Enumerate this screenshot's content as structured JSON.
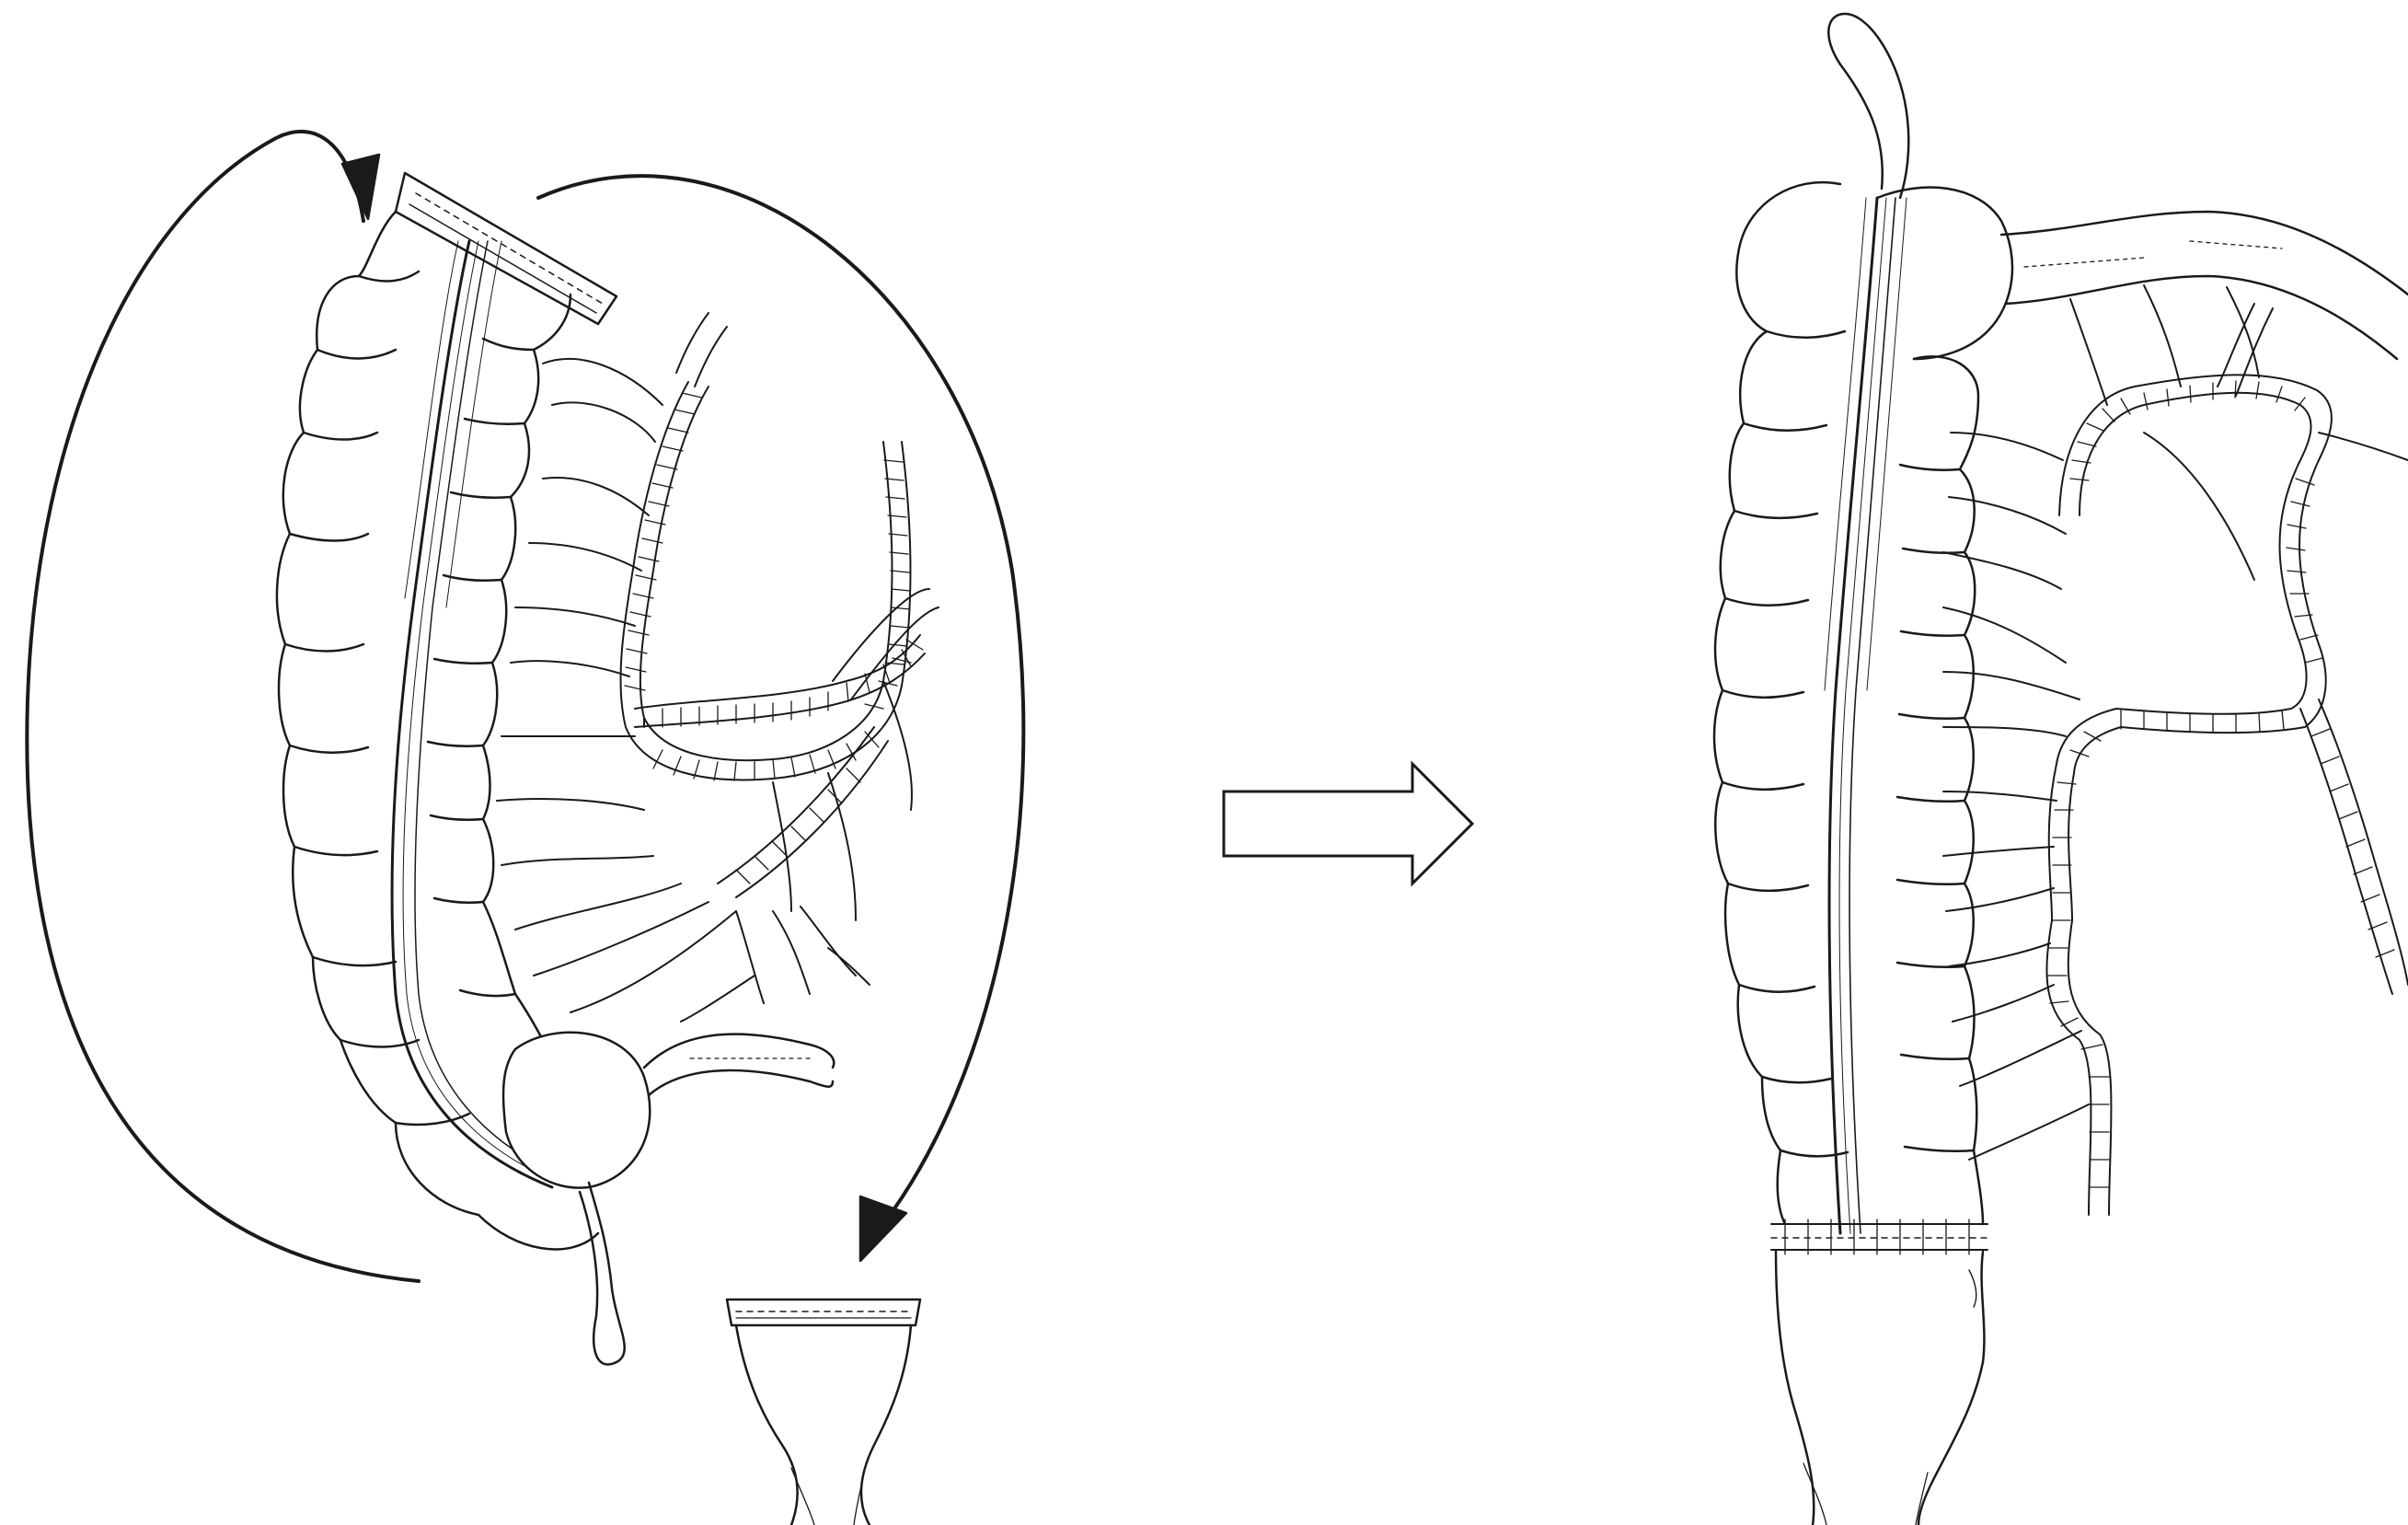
{
  "figure": {
    "panels": [
      {
        "id": "before",
        "description_key": "left-panel"
      },
      {
        "id": "after",
        "description_key": "right-panel"
      }
    ],
    "colors": {
      "ink": "#1a1a1a",
      "fill": "#ffffff",
      "background": "#ffffff"
    },
    "icons": {
      "transition": "right-arrow-icon",
      "rotation_ccw": "curved-arrow-left-icon",
      "rotation_cw": "curved-arrow-right-icon"
    }
  }
}
